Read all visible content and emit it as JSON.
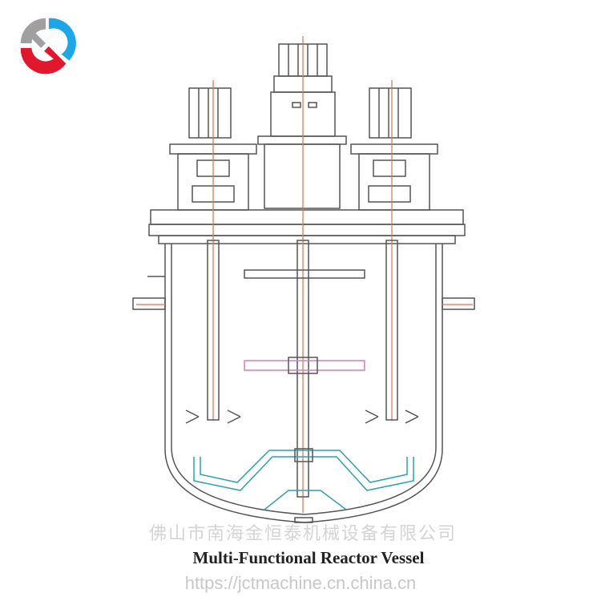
{
  "caption": {
    "title": "Multi-Functional Reactor Vessel",
    "url": "https://jctmachine.cn.china.cn",
    "watermark": "佛山市南海金恒泰机械设备有限公司"
  },
  "logo": {
    "name": "company-logo",
    "colors": {
      "gray": "#a0a0a0",
      "blue": "#1ea7e6",
      "red": "#e0182d"
    }
  },
  "colors": {
    "line": "#555555",
    "shaft": "#e07050",
    "blade": "#d080c0",
    "anchor": "#30a0b0"
  }
}
